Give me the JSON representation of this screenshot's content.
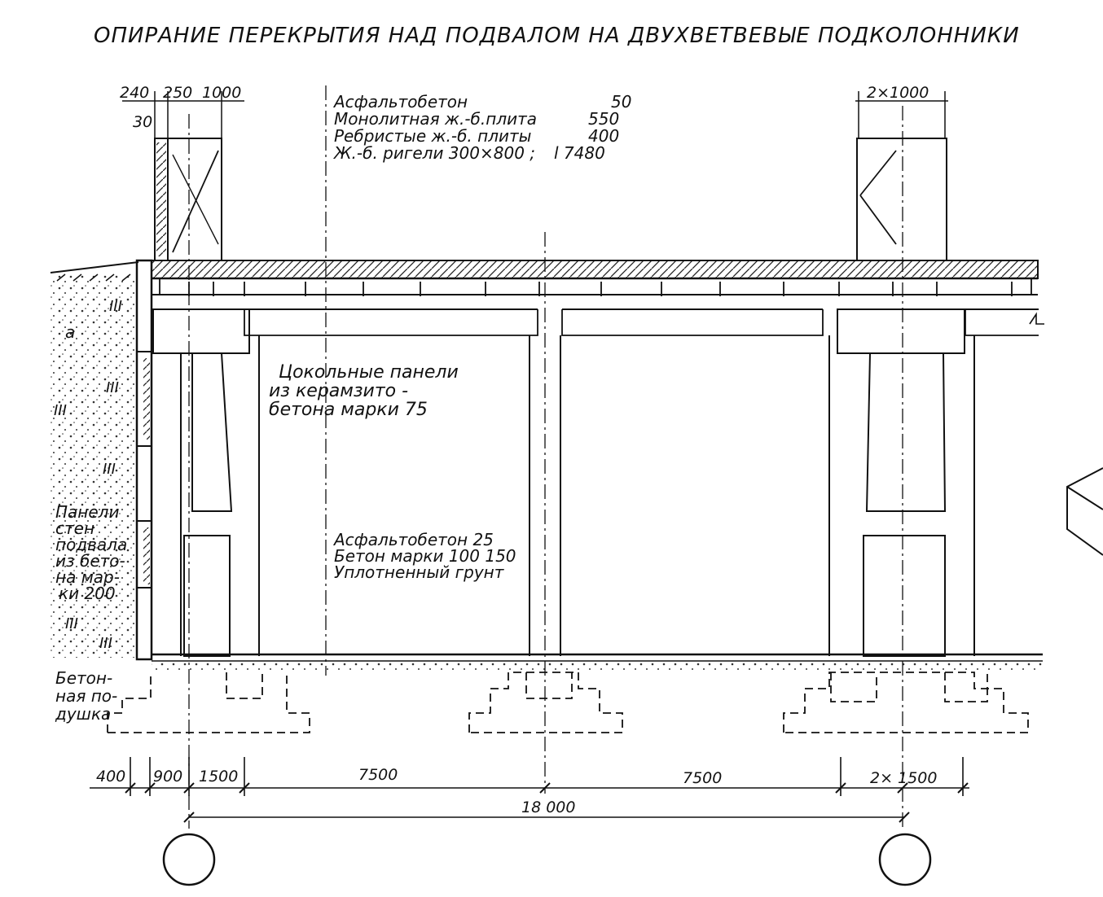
{
  "title": "ОПИРАНИЕ ПЕРЕКРЫТИЯ  НАД ПОДВАЛОМ НА ДВУХВЕТВЕВЫЕ ПОДКОЛОННИКИ",
  "top_dims": {
    "d240": "240",
    "d250": "250",
    "d1000": "1000",
    "d30": "30",
    "d2x1000": "2×1000"
  },
  "floor_layers": [
    {
      "name": "Асфальтобетон",
      "value": "50"
    },
    {
      "name": "Монолитная ж.-б.плита",
      "value": "550"
    },
    {
      "name": "Ребристые ж.-б. плиты",
      "value": "400"
    },
    {
      "name": "Ж.-б. ригели 300×800 ;",
      "value": "l 7480"
    }
  ],
  "plinth_note": [
    "Цокольные панели",
    "из керамзито -",
    "бетона марки 75"
  ],
  "basement_floor_layers": [
    "Асфальтобетон 25",
    "Бетон марки 100  150",
    "Уплотненный грунт"
  ],
  "wall_note": [
    "Панели",
    "стен",
    "подвала",
    "из бето-",
    "на мар-",
    "ки 200"
  ],
  "cushion_note": [
    "Бетон-",
    "ная по-",
    "душка"
  ],
  "bottom_dims": {
    "d400": "400",
    "d900": "900",
    "d1500": "1500",
    "span1": "7500",
    "span2": "7500",
    "d2x1500": "2×  1500",
    "total": "18 000"
  },
  "side_marks": {
    "roman": "III",
    "label_a": "а"
  }
}
